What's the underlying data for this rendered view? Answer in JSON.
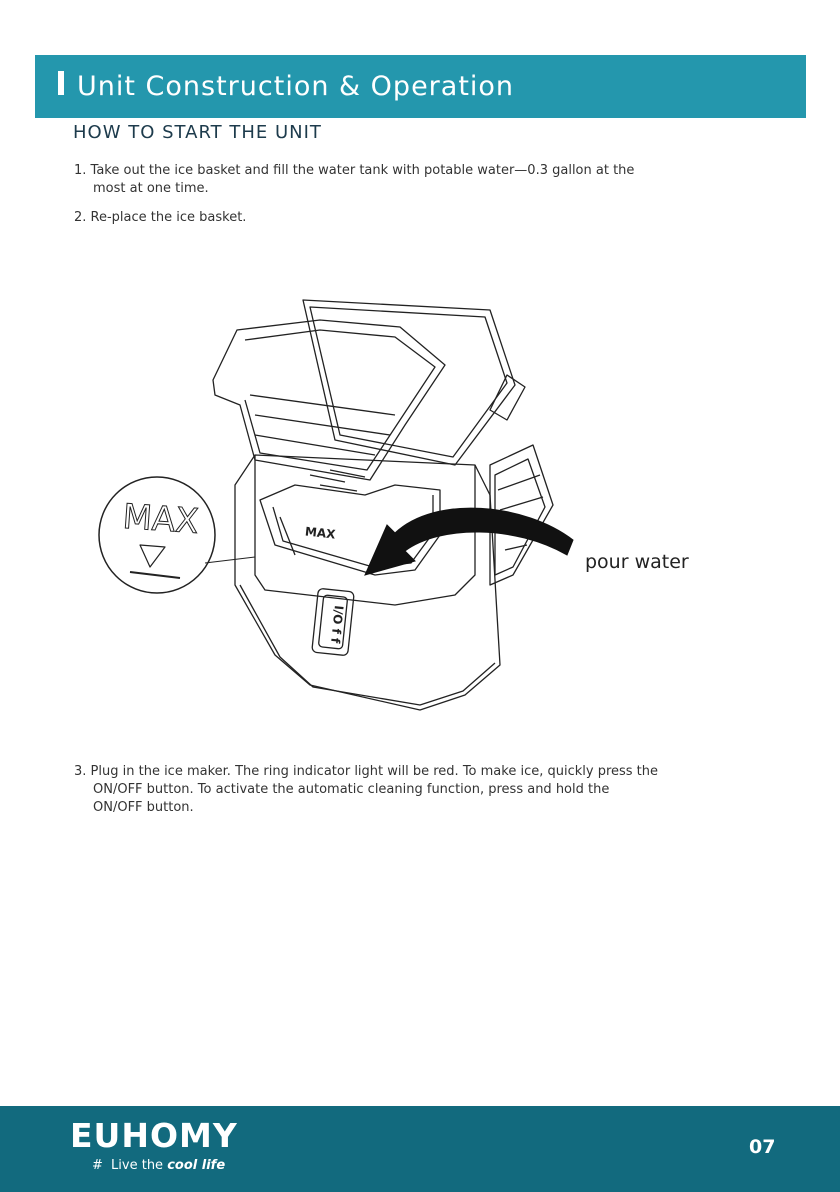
{
  "header": {
    "title": "Unit Construction & Operation"
  },
  "section": {
    "heading": "HOW TO START THE UNIT"
  },
  "steps": [
    {
      "num": "1.",
      "text": "Take out the ice basket and fill the water tank with potable water—0.3 gallon at the",
      "text2": "most at one time."
    },
    {
      "num": "2.",
      "text": "Re-place the ice basket."
    },
    {
      "num": "3.",
      "text": "Plug in the ice maker. The ring indicator light will be red. To make ice, quickly press the",
      "text2": "ON/OFF button. To activate the automatic cleaning function, press and hold the",
      "text3": "ON/OFF button."
    }
  ],
  "illustration": {
    "max_callout": "MAX",
    "max_inner": "MAX",
    "button_label": "I/O f f",
    "pour_label": "pour water"
  },
  "footer": {
    "brand": "EUHOMY",
    "tag_hash": "#",
    "tag_prefix": "Live the",
    "tag_emph": "cool life",
    "page": "07"
  }
}
